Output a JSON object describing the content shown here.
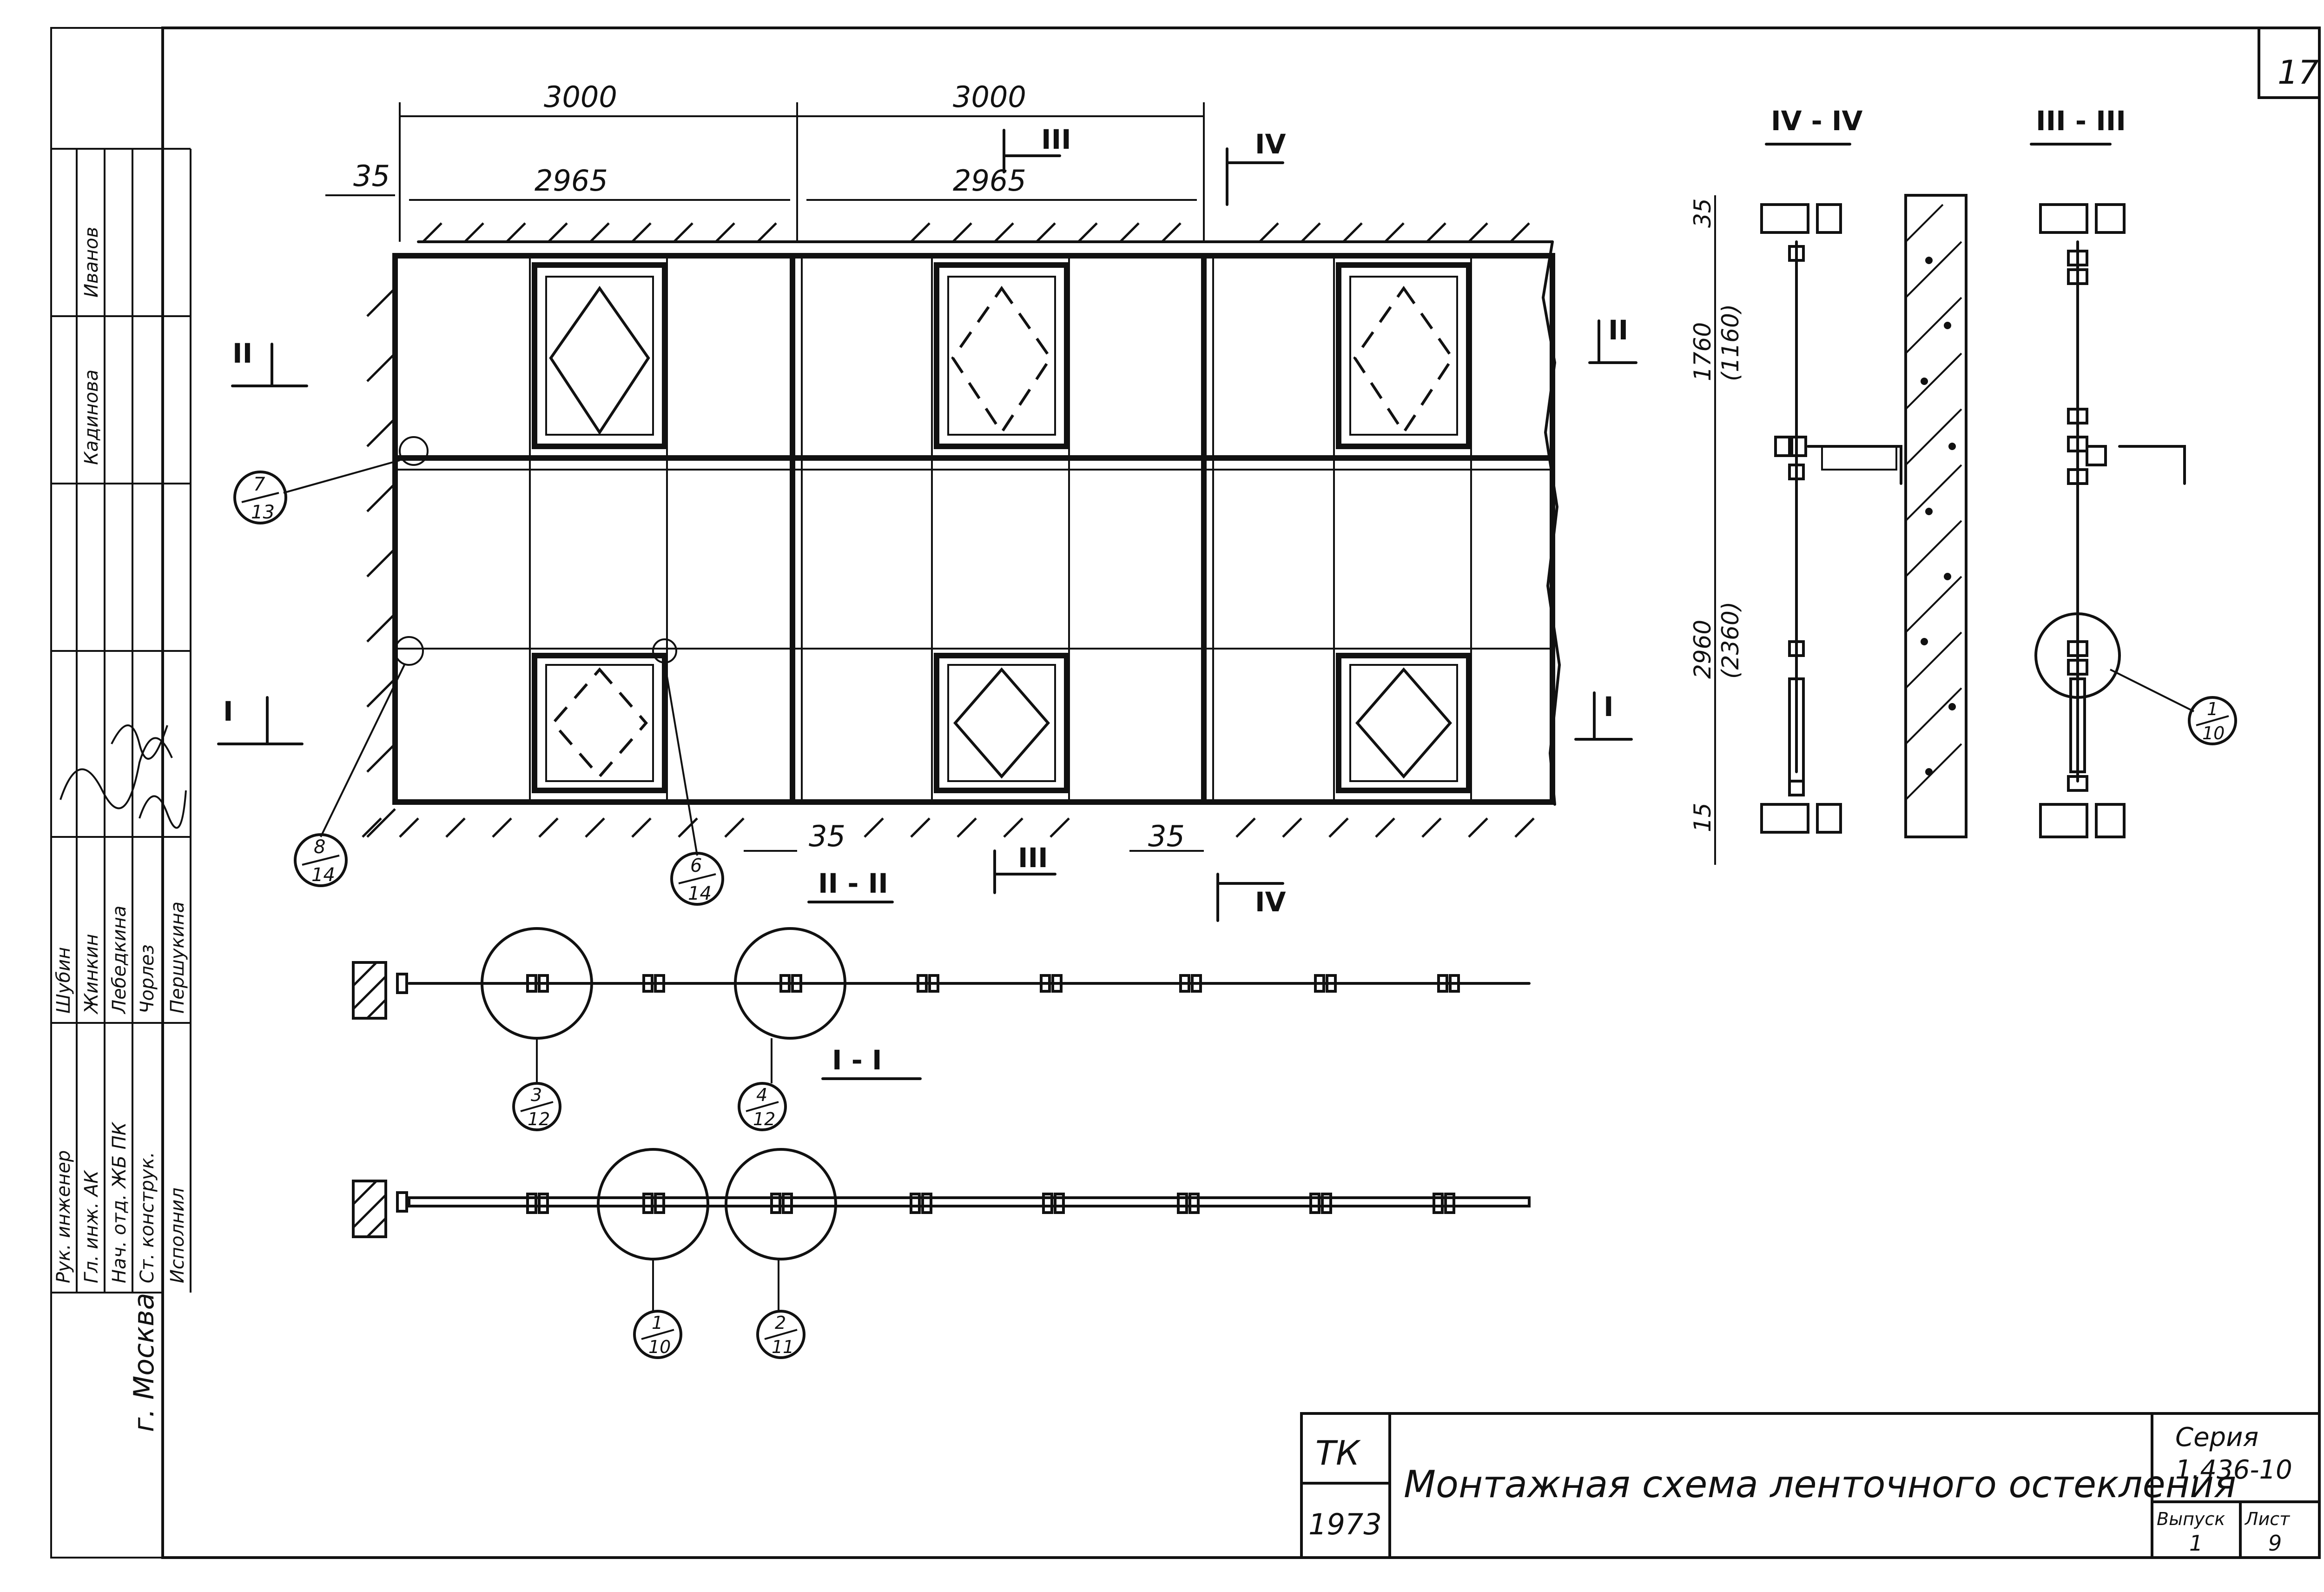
{
  "sheet": {
    "page_number": "17",
    "ink": "#111111",
    "paper": "#ffffff"
  },
  "title_block": {
    "org_code": "ТК",
    "year": "1973",
    "title": "Монтажная схема ленточного остекления",
    "series_label": "Серия",
    "series_value": "1.436-10",
    "issue_label": "Выпуск",
    "issue_value": "1",
    "sheet_label": "Лист",
    "sheet_value": "9"
  },
  "side_stamp": {
    "roles": [
      "Рук. инженер",
      "Гл. инж. АК",
      "Нач. отд. ЖБ ПК",
      "Ст. конструк.",
      "Исполнил"
    ],
    "names": [
      "Шубин",
      "Жинкин",
      "Лебедкина",
      "Чорлез",
      "Першукина"
    ],
    "extra": [
      "Кадинова",
      "Иванов"
    ],
    "city": "г. Москва"
  },
  "elevation": {
    "dims_top": [
      "3000",
      "3000"
    ],
    "dims_inner": [
      "2965",
      "2965"
    ],
    "dim_left": "35",
    "dims_bottom": [
      "35",
      "35"
    ],
    "section_marks": {
      "I": "I",
      "II": "II",
      "III": "III",
      "IV": "IV"
    },
    "callouts": [
      {
        "num": "7",
        "den": "13"
      },
      {
        "num": "8",
        "den": "14"
      },
      {
        "num": "6",
        "den": "14"
      }
    ]
  },
  "section_labels": {
    "II_II": "II - II",
    "I_I": "I - I",
    "IV_IV": "IV - IV",
    "III_III": "III - III"
  },
  "section_callouts": {
    "upper": [
      {
        "num": "3",
        "den": "12"
      },
      {
        "num": "4",
        "den": "12"
      }
    ],
    "lower": [
      {
        "num": "1",
        "den": "10"
      },
      {
        "num": "2",
        "den": "11"
      }
    ],
    "right": {
      "num": "1",
      "den": "10"
    }
  },
  "vertical_section": {
    "dims": [
      "35",
      "1760",
      "(1160)",
      "2960",
      "(2360)",
      "15"
    ]
  }
}
